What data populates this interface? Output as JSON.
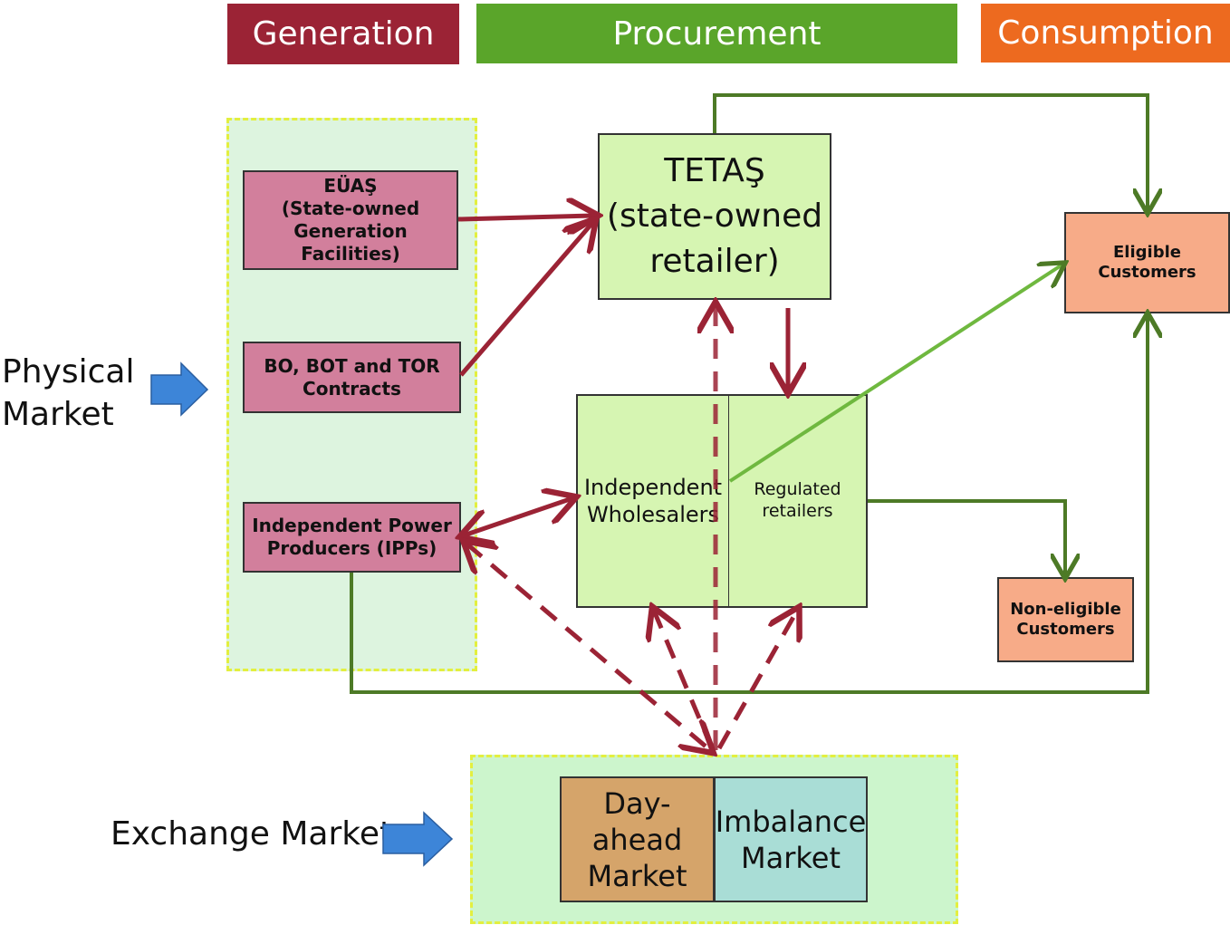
{
  "headers": {
    "generation": "Generation",
    "procurement": "Procurement",
    "consumption": "Consumption"
  },
  "side_labels": {
    "physical": "Physical\nMarket",
    "exchange": "Exchange Market"
  },
  "generation_boxes": {
    "euas": "EÜAŞ\n(State-owned\nGeneration Facilities)",
    "bo_bot_tor": "BO, BOT and TOR\nContracts",
    "ipps": "Independent Power\nProducers (IPPs)"
  },
  "procurement_boxes": {
    "tetas": "TETAŞ\n(state-owned\nretailer)",
    "wholesalers": "Independent\nWholesalers",
    "regulated": "Regulated\nretailers"
  },
  "consumption_boxes": {
    "eligible": "Eligible Customers",
    "non_eligible": "Non-eligible\nCustomers"
  },
  "exchange_boxes": {
    "day_ahead": "Day-ahead\nMarket",
    "imbalance": "Imbalance\nMarket"
  },
  "colors": {
    "generation_header": "#9b2335",
    "procurement_header": "#5aa52a",
    "consumption_header": "#ed6a1f",
    "flow_red": "#9b2335",
    "flow_green": "#4d7a26",
    "side_arrow": "#3d85d8",
    "day_ahead_fill": "#d5a46a",
    "imbalance_fill": "#a9ddd6"
  }
}
